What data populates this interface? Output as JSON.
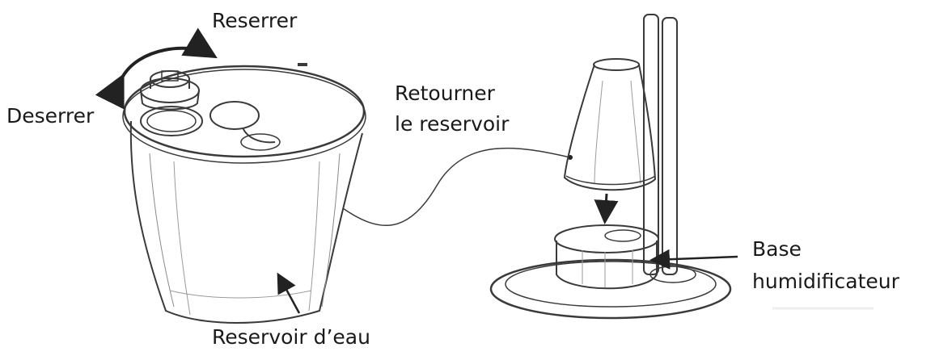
{
  "labels": {
    "tighten": "Reserrer",
    "loosen": "Deserrer",
    "flip_line1": "Retourner",
    "flip_line2": "le reservoir",
    "base_line1": "Base",
    "base_line2": "humidificateur",
    "tank": "Reservoir d’eau"
  },
  "colors": {
    "line": "#3a3a3a",
    "text": "#1a1a1a"
  }
}
